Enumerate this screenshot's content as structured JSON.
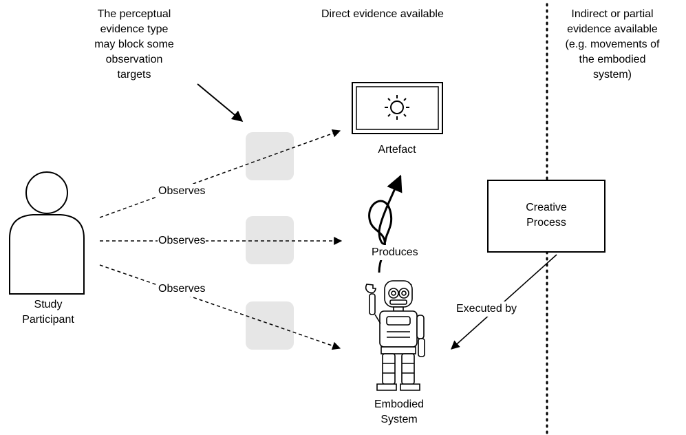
{
  "texts": {
    "blocking_note": "The perceptual\nevidence type\nmay block some\nobservation\ntargets",
    "direct_evidence": "Direct evidence available",
    "indirect_evidence": "Indirect or partial\nevidence available\n(e.g. movements of\nthe embodied\nsystem)",
    "study_participant": "Study\nParticipant",
    "artefact": "Artefact",
    "creative_process": "Creative\nProcess",
    "embodied_system": "Embodied\nSystem",
    "produces": "Produces",
    "executed_by": "Executed by",
    "observes_1": "Observes",
    "observes_2": "Observes",
    "observes_3": "Observes"
  },
  "colors": {
    "line": "#000000",
    "blocker_fill": "#e6e6e6",
    "background": "#ffffff"
  },
  "icons": {
    "participant": "person-outline-icon",
    "artefact": "framed-sun-picture-icon",
    "embodied_system": "robot-icon"
  }
}
